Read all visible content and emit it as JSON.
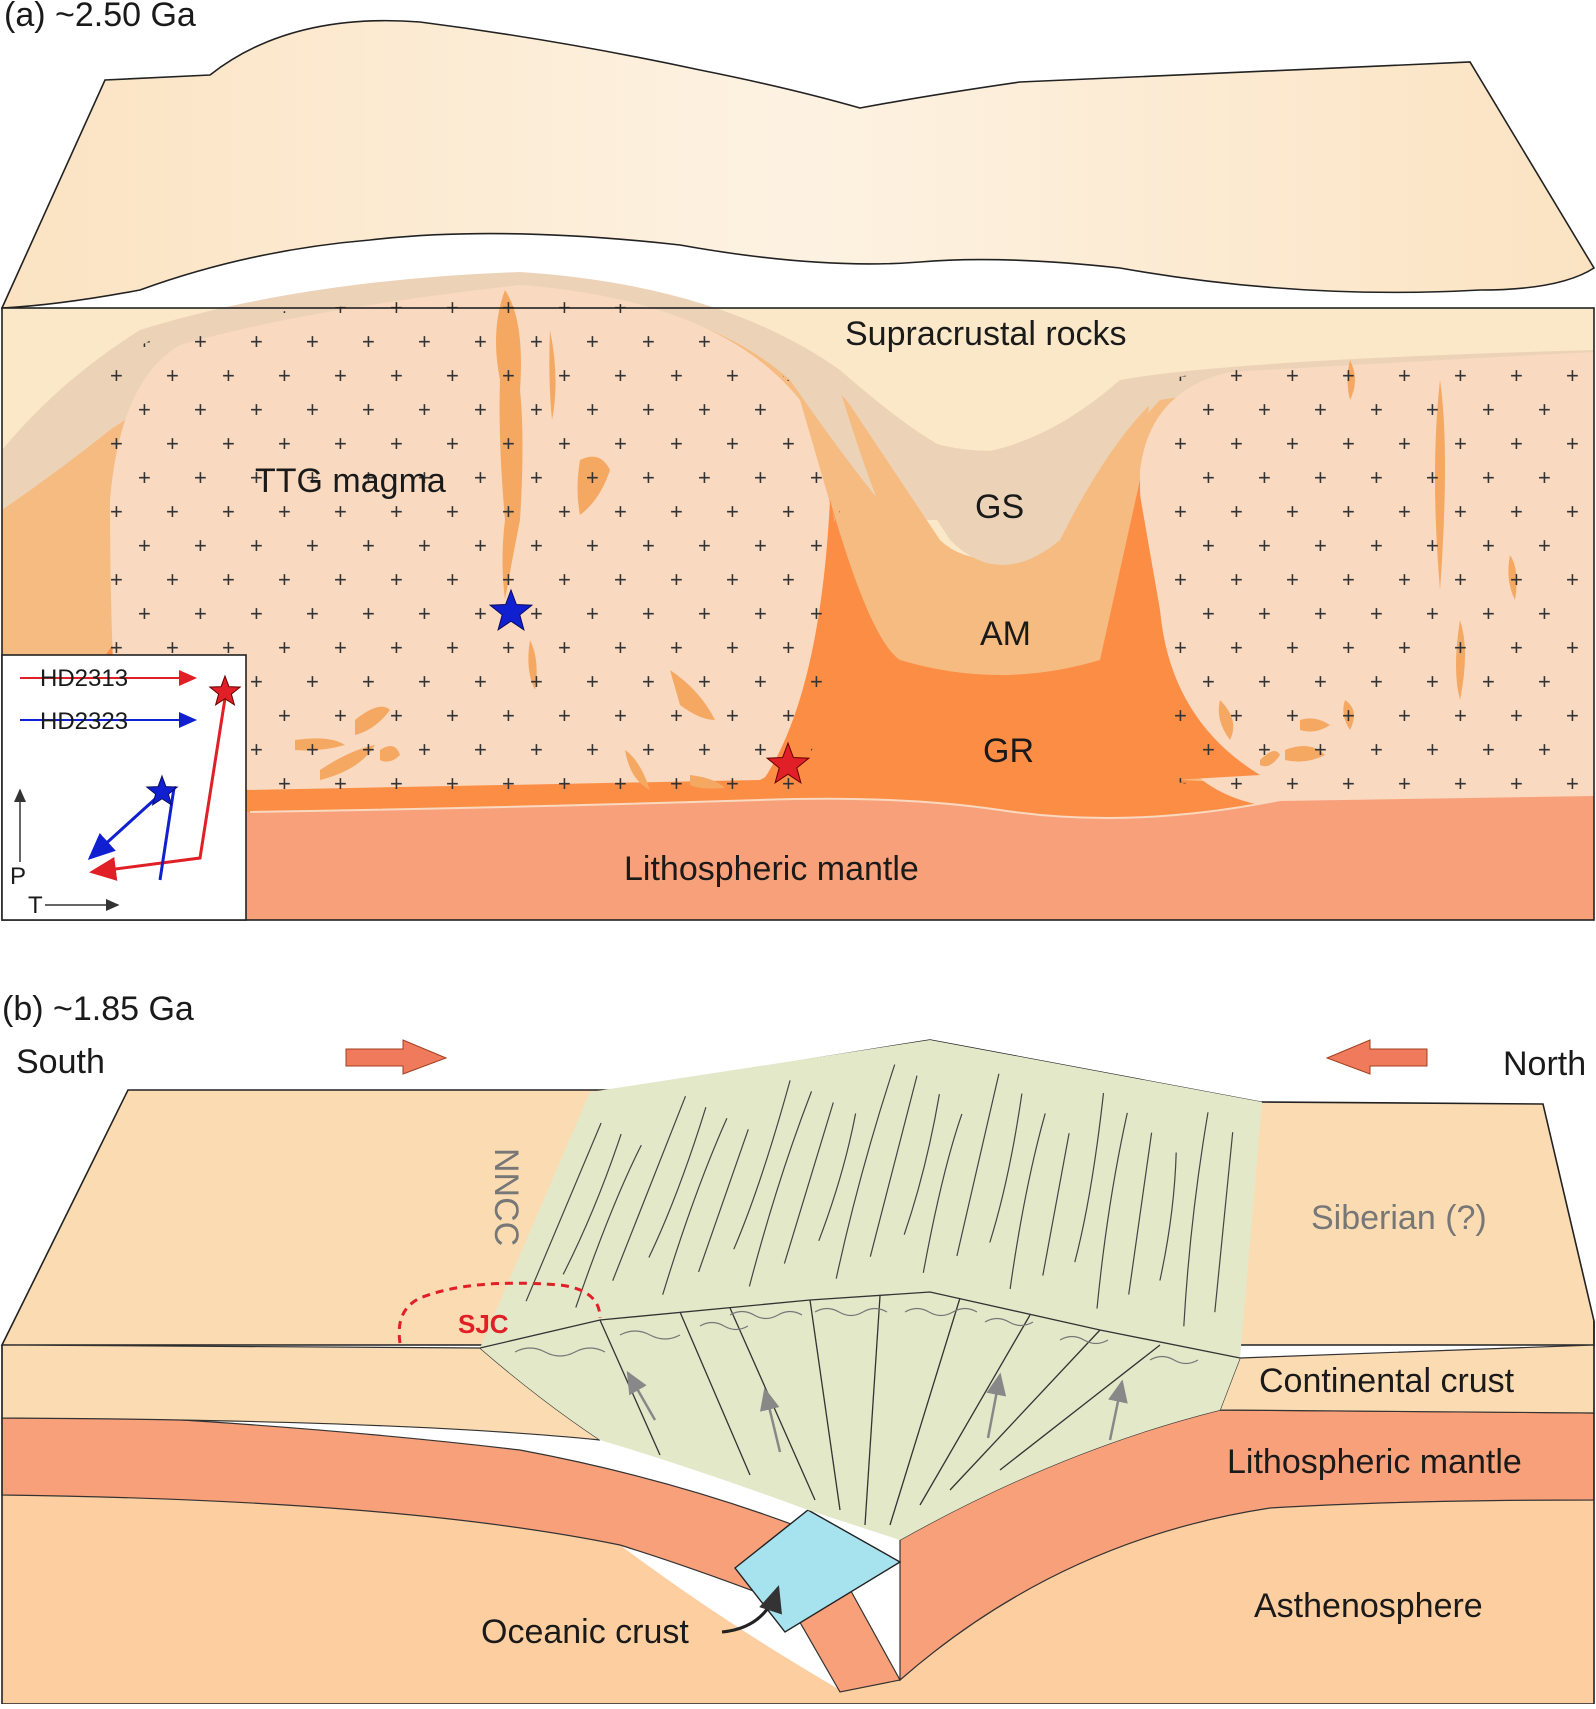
{
  "panel_a": {
    "title": "(a) ~2.50 Ga",
    "labels": {
      "supracrustal": "Supracrustal rocks",
      "ttg": "TTG magma",
      "gs": "GS",
      "am": "AM",
      "gr": "GR",
      "mantle": "Lithospheric mantle"
    },
    "inset": {
      "series": [
        {
          "name": "HD2313",
          "color": "#e01f26"
        },
        {
          "name": "HD2323",
          "color": "#1020d0"
        }
      ],
      "axis_p": "P",
      "axis_t": "T"
    }
  },
  "panel_b": {
    "title": "(b) ~1.85 Ga",
    "labels": {
      "south": "South",
      "north": "North",
      "nncc": "NNCC",
      "siberian": "Siberian (?)",
      "sjc": "SJC",
      "continental": "Continental crust",
      "mantle": "Lithospheric mantle",
      "asthenosphere": "Asthenosphere",
      "oceanic": "Oceanic crust"
    }
  },
  "colors": {
    "supracrustal": "#fbe8c8",
    "ttg": "#f9d9c0",
    "gs": "#ecd3b8",
    "am": "#f5bb80",
    "gr": "#fb8d45",
    "lith_mantle": "#f8a07a",
    "crust_b": "#fbdcb2",
    "orogen": "#e3e8c9",
    "asthenosphere": "#fdcfa0",
    "oceanic": "#a6e3ef",
    "arrow": "#f07a5c"
  }
}
